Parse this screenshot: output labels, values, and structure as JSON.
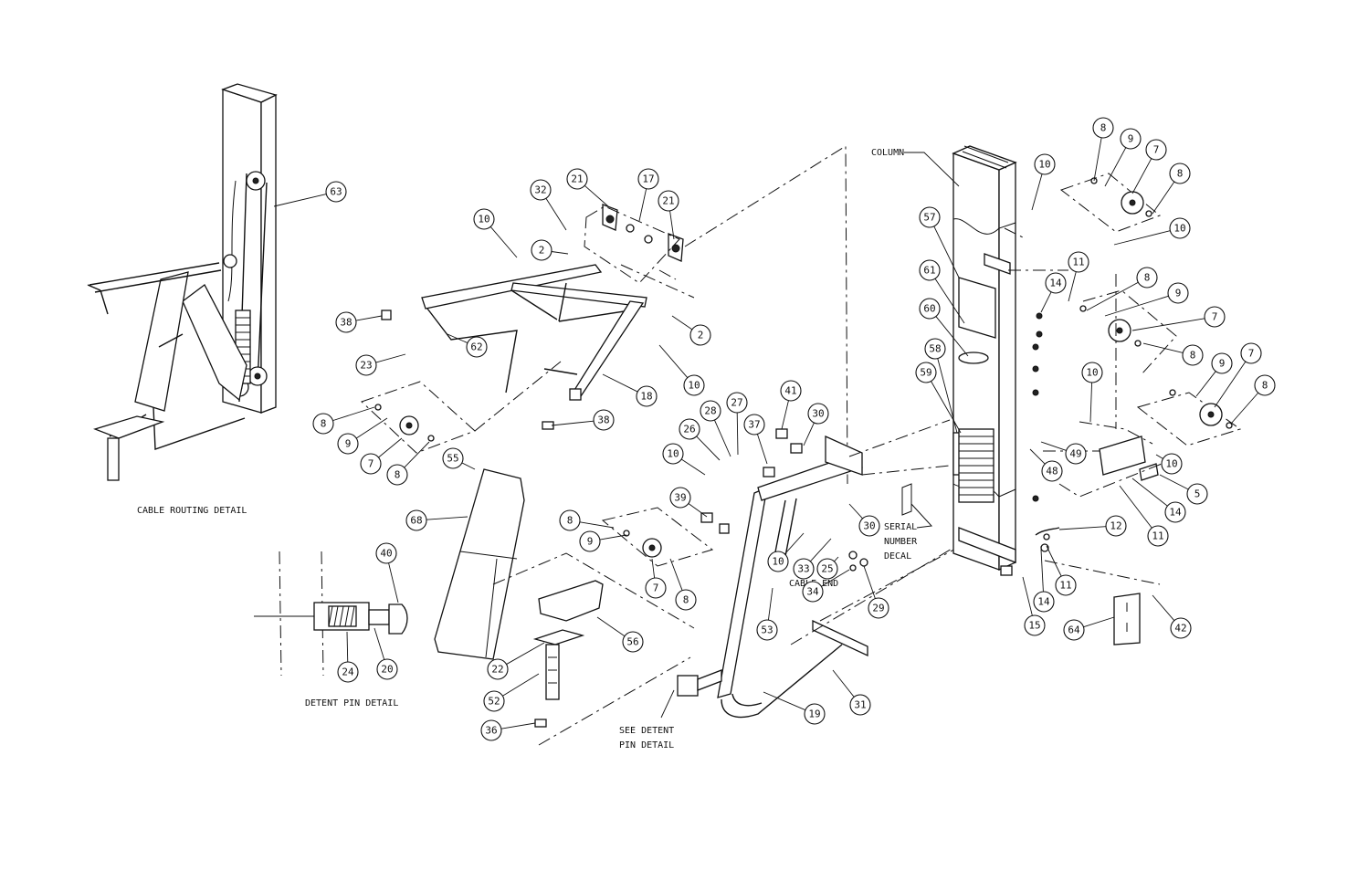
{
  "captions": {
    "cable_routing": "CABLE ROUTING DETAIL",
    "detent_pin": "DETENT PIN DETAIL",
    "column": "COLUMN",
    "serial_1": "SERIAL",
    "serial_2": "NUMBER",
    "serial_3": "DECAL",
    "cable_end": "CABLE END",
    "see_detent_1": "SEE DETENT",
    "see_detent_2": "PIN DETAIL"
  },
  "callouts": [
    {
      "n": "63"
    },
    {
      "n": "32"
    },
    {
      "n": "21"
    },
    {
      "n": "17"
    },
    {
      "n": "21"
    },
    {
      "n": "10"
    },
    {
      "n": "2"
    },
    {
      "n": "38"
    },
    {
      "n": "62"
    },
    {
      "n": "23"
    },
    {
      "n": "2"
    },
    {
      "n": "10"
    },
    {
      "n": "18"
    },
    {
      "n": "38"
    },
    {
      "n": "8"
    },
    {
      "n": "9"
    },
    {
      "n": "7"
    },
    {
      "n": "8"
    },
    {
      "n": "55"
    },
    {
      "n": "68"
    },
    {
      "n": "40"
    },
    {
      "n": "24"
    },
    {
      "n": "20"
    },
    {
      "n": "8"
    },
    {
      "n": "9"
    },
    {
      "n": "7"
    },
    {
      "n": "8"
    },
    {
      "n": "56"
    },
    {
      "n": "22"
    },
    {
      "n": "52"
    },
    {
      "n": "36"
    },
    {
      "n": "10"
    },
    {
      "n": "26"
    },
    {
      "n": "28"
    },
    {
      "n": "27"
    },
    {
      "n": "37"
    },
    {
      "n": "41"
    },
    {
      "n": "30"
    },
    {
      "n": "39"
    },
    {
      "n": "30"
    },
    {
      "n": "10"
    },
    {
      "n": "33"
    },
    {
      "n": "25"
    },
    {
      "n": "34"
    },
    {
      "n": "29"
    },
    {
      "n": "53"
    },
    {
      "n": "19"
    },
    {
      "n": "31"
    },
    {
      "n": "10"
    },
    {
      "n": "57"
    },
    {
      "n": "61"
    },
    {
      "n": "60"
    },
    {
      "n": "58"
    },
    {
      "n": "59"
    },
    {
      "n": "8"
    },
    {
      "n": "9"
    },
    {
      "n": "7"
    },
    {
      "n": "8"
    },
    {
      "n": "10"
    },
    {
      "n": "11"
    },
    {
      "n": "14"
    },
    {
      "n": "8"
    },
    {
      "n": "9"
    },
    {
      "n": "7"
    },
    {
      "n": "8"
    },
    {
      "n": "10"
    },
    {
      "n": "9"
    },
    {
      "n": "7"
    },
    {
      "n": "8"
    },
    {
      "n": "49"
    },
    {
      "n": "48"
    },
    {
      "n": "10"
    },
    {
      "n": "5"
    },
    {
      "n": "14"
    },
    {
      "n": "11"
    },
    {
      "n": "12"
    },
    {
      "n": "11"
    },
    {
      "n": "14"
    },
    {
      "n": "15"
    },
    {
      "n": "64"
    },
    {
      "n": "42"
    }
  ]
}
